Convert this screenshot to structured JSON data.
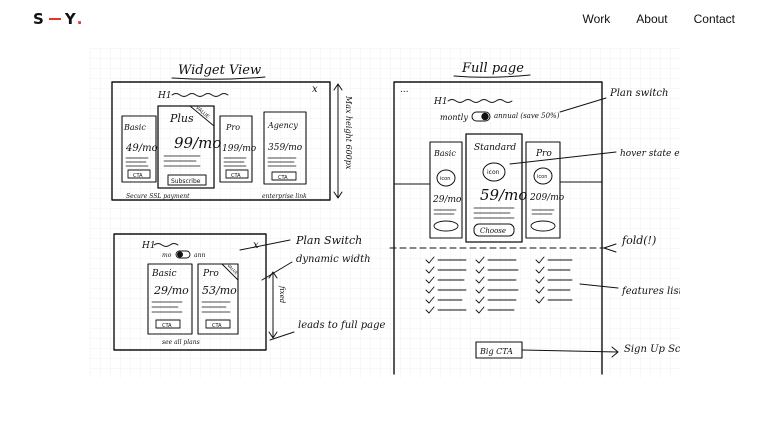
{
  "header": {
    "logo_left": "S",
    "logo_right": "Y",
    "logo_dot": ".",
    "accent_color": "#e3342f",
    "nav": [
      "Work",
      "About",
      "Contact"
    ]
  },
  "sketch": {
    "widget": {
      "title": "Widget View",
      "h1": "H1",
      "close": "x",
      "side_note": "Max height 600px",
      "plans": [
        {
          "name": "Basic",
          "price": "49/mo",
          "cta": "CTA"
        },
        {
          "name": "Plus",
          "price": "99/mo",
          "cta": "Subscribe",
          "badge": "VALUE"
        },
        {
          "name": "Pro",
          "price": "199/mo",
          "cta": "CTA"
        },
        {
          "name": "Agency",
          "price": "359/mo",
          "cta": "CTA"
        }
      ],
      "footer_left": "Secure SSL payment",
      "footer_right": "enterprise link"
    },
    "mobile": {
      "h1": "H1",
      "toggle_left": "mo",
      "toggle_right": "ann",
      "close": "x",
      "side_note": "fixed",
      "plans": [
        {
          "name": "Basic",
          "price": "29/mo",
          "cta": "CTA"
        },
        {
          "name": "Pro",
          "price": "53/mo",
          "cta": "CTA",
          "badge": "VALUE"
        }
      ],
      "see_all": "see all plans",
      "note_switch": "Plan Switch",
      "note_width": "dynamic width",
      "note_leads": "leads to full page"
    },
    "full": {
      "title": "Full page",
      "menu": "...",
      "h1": "H1",
      "toggle_left": "montly",
      "toggle_right": "annual (save 50%)",
      "plans": [
        {
          "name": "Basic",
          "icon": "icon",
          "price": "29/mo"
        },
        {
          "name": "Standard",
          "icon": "icon",
          "price": "59/mo",
          "cta": "Choose"
        },
        {
          "name": "Pro",
          "icon": "icon",
          "price": "209/mo"
        }
      ],
      "note_switch": "Plan switch",
      "note_hover": "hover state elevation",
      "note_fold": "fold(!)",
      "note_features": "features list",
      "big_cta": "Big CTA",
      "note_signup": "Sign Up Screen"
    }
  }
}
